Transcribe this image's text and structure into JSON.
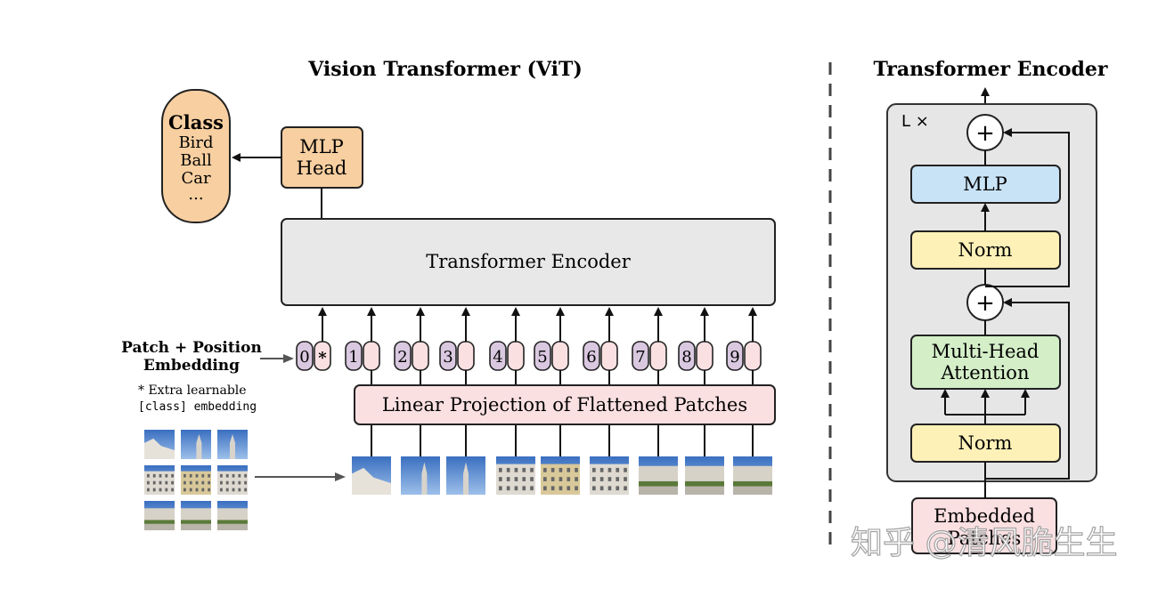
{
  "vit": {
    "title": "Vision Transformer (ViT)",
    "class_box": {
      "heading": "Class",
      "items": [
        "Bird",
        "Ball",
        "Car",
        "..."
      ]
    },
    "mlp_head": [
      "MLP",
      "Head"
    ],
    "transformer_encoder": "Transformer Encoder",
    "linear_projection": "Linear Projection of Flattened Patches",
    "embedding_label": [
      "Patch + Position",
      "Embedding"
    ],
    "extra_note": [
      "* Extra learnable",
      "[class] embedding"
    ],
    "position_tokens": [
      "0",
      "1",
      "2",
      "3",
      "4",
      "5",
      "6",
      "7",
      "8",
      "9"
    ],
    "class_token_symbol": "*"
  },
  "encoder": {
    "title": "Transformer Encoder",
    "repeat_label": "L ×",
    "blocks": {
      "mlp": "MLP",
      "norm_top": "Norm",
      "attention": [
        "Multi-Head",
        "Attention"
      ],
      "norm_bottom": "Norm",
      "embedded": [
        "Embedded",
        "Patches"
      ]
    },
    "add_symbol": "+"
  },
  "watermark": "知乎 @清风脆生生",
  "colors": {
    "orange": "#f8cfa0",
    "gray": "#e8e8e8",
    "pink": "#fbe0e2",
    "purple": "#d9c8e0",
    "blue": "#c9e3f6",
    "yellow": "#fdf1b8",
    "green": "#d4efc8",
    "encoder_bg": "#e6e6e6"
  }
}
